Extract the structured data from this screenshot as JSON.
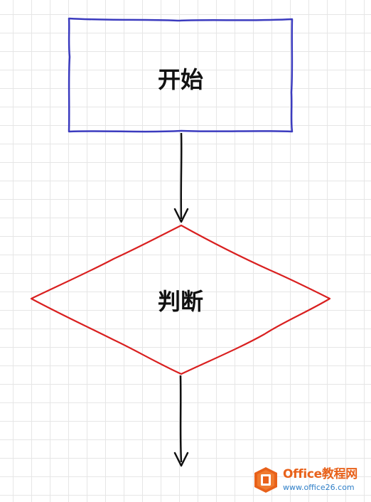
{
  "diagram": {
    "nodes": [
      {
        "id": "start",
        "shape": "rectangle",
        "label": "开始",
        "stroke": "#3b3bbf"
      },
      {
        "id": "decision",
        "shape": "diamond",
        "label": "判断",
        "stroke": "#d92020"
      }
    ],
    "edges": [
      {
        "from": "start",
        "to": "decision"
      },
      {
        "from": "decision",
        "to": ""
      }
    ],
    "arrow_color": "#111111",
    "background": "grid"
  },
  "watermark": {
    "title": "Office教程网",
    "url": "www.office26.com"
  }
}
